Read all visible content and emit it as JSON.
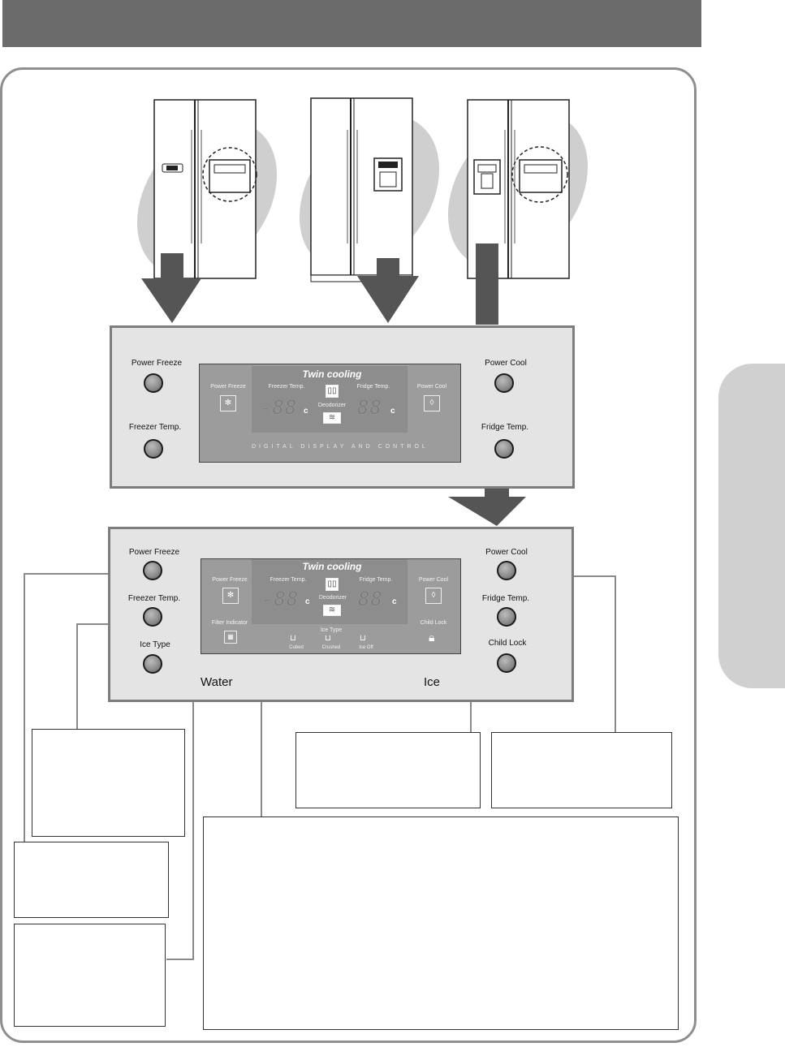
{
  "header": {
    "bar_color": "#6b6b6b"
  },
  "panel_top": {
    "buttons": {
      "power_freeze": "Power Freeze",
      "freezer_temp": "Freezer Temp.",
      "power_cool": "Power Cool",
      "fridge_temp": "Fridge Temp."
    },
    "display": {
      "twin_cooling": "Twin cooling",
      "power_freeze": "Power Freeze",
      "freezer_temp": "Freezer Temp.",
      "fridge_temp": "Fridge Temp.",
      "power_cool": "Power Cool",
      "deodorizer": "Deodorizer",
      "freezer_digits": "-88",
      "fridge_digits": "88",
      "unit": "c",
      "caption": "DIGITAL DISPLAY AND CONTROL"
    }
  },
  "panel_bottom": {
    "buttons": {
      "power_freeze": "Power Freeze",
      "freezer_temp": "Freezer Temp.",
      "ice_type": "Ice Type",
      "power_cool": "Power Cool",
      "fridge_temp": "Fridge Temp.",
      "child_lock": "Child Lock"
    },
    "display": {
      "twin_cooling": "Twin cooling",
      "power_freeze": "Power Freeze",
      "freezer_temp": "Freezer Temp.",
      "fridge_temp": "Fridge Temp.",
      "power_cool": "Power Cool",
      "deodorizer": "Deodorizer",
      "filter_indicator": "Filter Indicator",
      "child_lock": "Child Lock",
      "ice_type": "Ice Type",
      "cubed": "Cubed",
      "crushed": "Crushed",
      "ice_off": "Ice Off",
      "freezer_digits": "-88",
      "fridge_digits": "88",
      "unit": "c"
    },
    "water_label": "Water",
    "ice_label": "Ice"
  }
}
